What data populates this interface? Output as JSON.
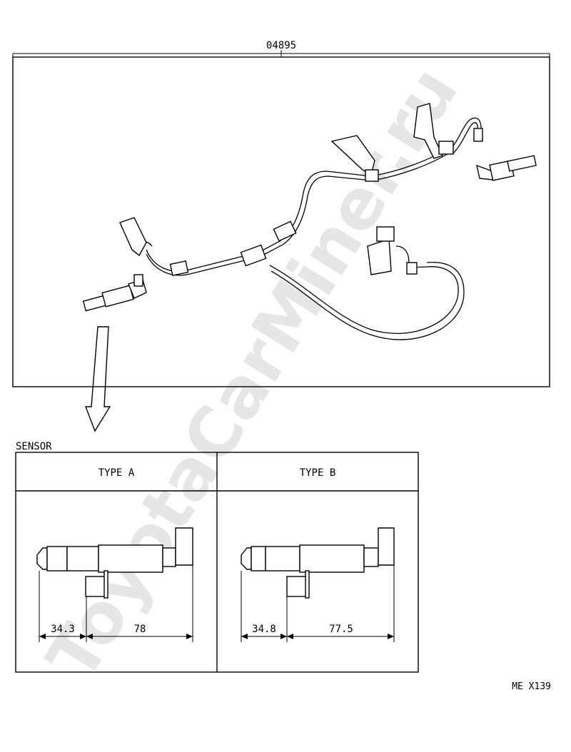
{
  "diagram": {
    "part_number": "04895",
    "section_title": "SENSOR",
    "type_a": {
      "label": "TYPE  A",
      "dim_left": "34.3",
      "dim_right": "78"
    },
    "type_b": {
      "label": "TYPE  B",
      "dim_left": "34.8",
      "dim_right": "77.5"
    },
    "figure_code": "ME X139",
    "watermark": "ToyotaCarMiner.ru"
  }
}
